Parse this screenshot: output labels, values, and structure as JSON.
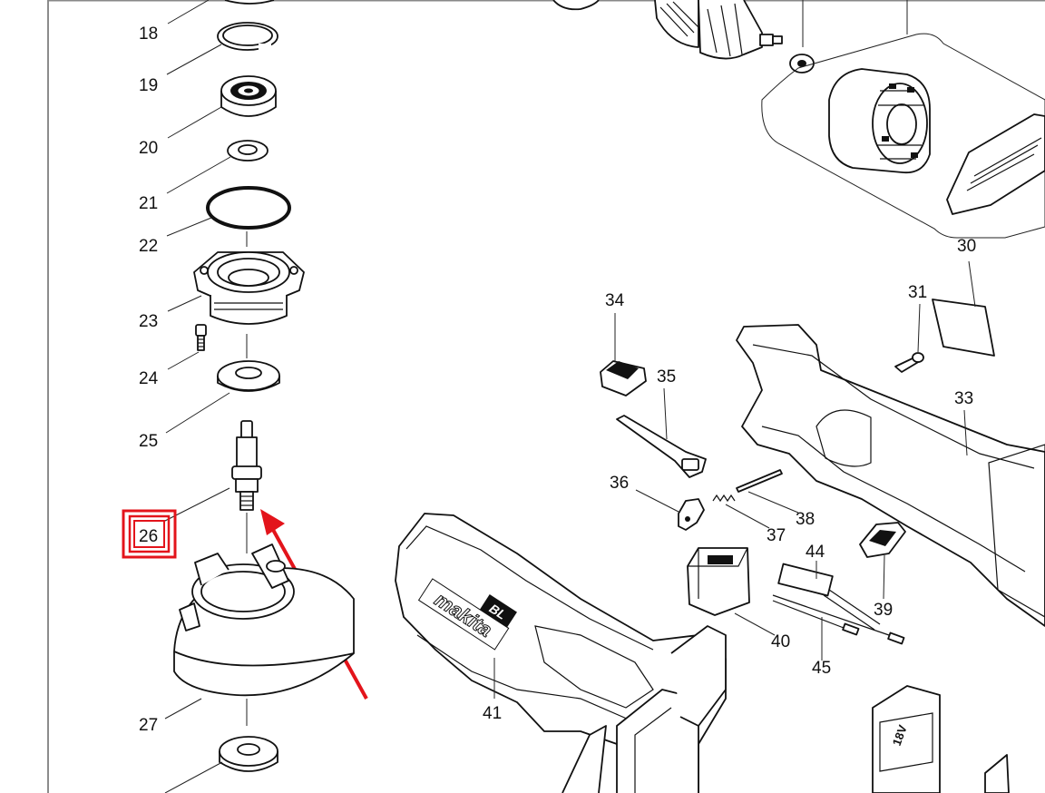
{
  "part_labels": {
    "p18": "18",
    "p19": "19",
    "p20": "20",
    "p21": "21",
    "p22": "22",
    "p23": "23",
    "p24": "24",
    "p25": "25",
    "p26": "26",
    "p27": "27",
    "p30": "30",
    "p31": "31",
    "p33": "33",
    "p34": "34",
    "p35": "35",
    "p36": "36",
    "p37": "37",
    "p38": "38",
    "p39": "39",
    "p40": "40",
    "p41": "41",
    "p44": "44",
    "p45": "45"
  },
  "highlighted_part": "26",
  "brand_text": "makita",
  "badge_text": "BL",
  "voltage_text": "18V",
  "colors": {
    "highlight": "#e3141b",
    "arrow": "#e3141b",
    "line_art": "#111111",
    "background": "#ffffff"
  }
}
